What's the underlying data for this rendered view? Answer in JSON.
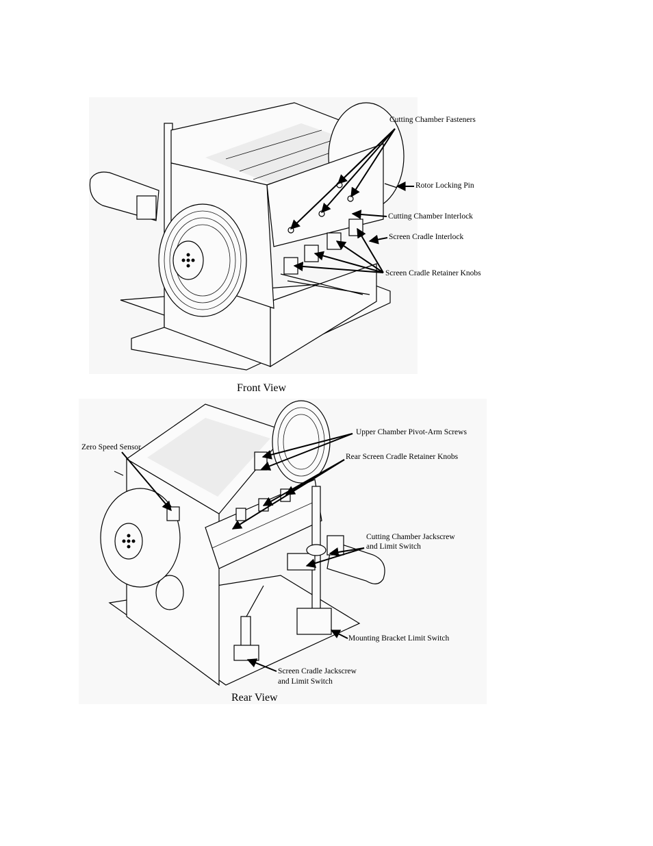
{
  "front_view": {
    "caption": "Front View",
    "labels": {
      "cutting_chamber_fasteners": "Cutting Chamber Fasteners",
      "rotor_locking_pin": "Rotor Locking Pin",
      "cutting_chamber_interlock": "Cutting Chamber Interlock",
      "screen_cradle_interlock": "Screen Cradle Interlock",
      "screen_cradle_retainer_knobs": "Screen Cradle Retainer Knobs"
    }
  },
  "rear_view": {
    "caption": "Rear View",
    "labels": {
      "upper_chamber_pivot_arm_screws": "Upper Chamber Pivot-Arm Screws",
      "zero_speed_sensor": "Zero Speed Sensor",
      "rear_screen_cradle_retainer_knobs": "Rear Screen Cradle Retainer Knobs",
      "cutting_chamber_jackscrew_line1": "Cutting Chamber Jackscrew",
      "cutting_chamber_jackscrew_line2": "and Limit Switch",
      "mounting_bracket_limit_switch": "Mounting Bracket Limit Switch",
      "screen_cradle_jackscrew_line1": "Screen Cradle Jackscrew",
      "screen_cradle_jackscrew_line2": "and Limit Switch"
    }
  }
}
